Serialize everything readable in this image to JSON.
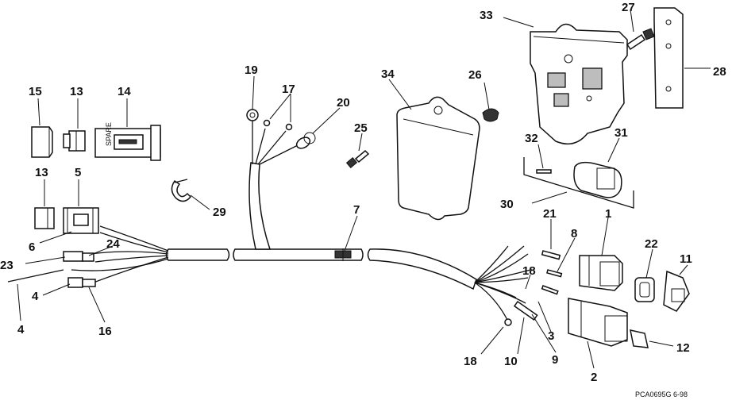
{
  "callouts": [
    {
      "id": "c33",
      "text": "33"
    },
    {
      "id": "c27",
      "text": "27"
    },
    {
      "id": "c28",
      "text": "28"
    },
    {
      "id": "c34",
      "text": "34"
    },
    {
      "id": "c26",
      "text": "26"
    },
    {
      "id": "c19",
      "text": "19"
    },
    {
      "id": "c17",
      "text": "17"
    },
    {
      "id": "c20",
      "text": "20"
    },
    {
      "id": "c25",
      "text": "25"
    },
    {
      "id": "c15",
      "text": "15"
    },
    {
      "id": "c13a",
      "text": "13"
    },
    {
      "id": "c14",
      "text": "14"
    },
    {
      "id": "c13b",
      "text": "13"
    },
    {
      "id": "c5",
      "text": "5"
    },
    {
      "id": "c6",
      "text": "6"
    },
    {
      "id": "c29",
      "text": "29"
    },
    {
      "id": "c7",
      "text": "7"
    },
    {
      "id": "c32",
      "text": "32"
    },
    {
      "id": "c31",
      "text": "31"
    },
    {
      "id": "c30",
      "text": "30"
    },
    {
      "id": "c21",
      "text": "21"
    },
    {
      "id": "c1",
      "text": "1"
    },
    {
      "id": "c8",
      "text": "8"
    },
    {
      "id": "c22",
      "text": "22"
    },
    {
      "id": "c11",
      "text": "11"
    },
    {
      "id": "c24",
      "text": "24"
    },
    {
      "id": "c23",
      "text": "23"
    },
    {
      "id": "c4a",
      "text": "4"
    },
    {
      "id": "c4b",
      "text": "4"
    },
    {
      "id": "c16",
      "text": "16"
    },
    {
      "id": "c18a",
      "text": "18"
    },
    {
      "id": "c3",
      "text": "3"
    },
    {
      "id": "c18b",
      "text": "18"
    },
    {
      "id": "c10",
      "text": "10"
    },
    {
      "id": "c9",
      "text": "9"
    },
    {
      "id": "c12",
      "text": "12"
    },
    {
      "id": "c2",
      "text": "2"
    }
  ],
  "caption": "PCA0695G   6-98",
  "spare_label": "SPARE",
  "colors": {
    "ink": "#111111",
    "background": "#ffffff"
  }
}
